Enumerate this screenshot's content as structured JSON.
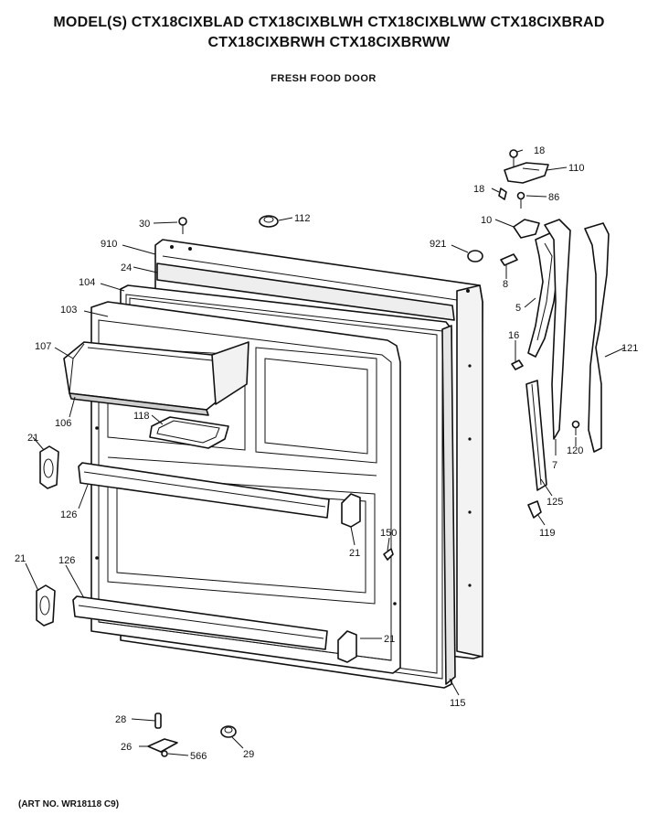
{
  "header": {
    "models_line1": "MODEL(S) CTX18CIXBLAD  CTX18CIXBLWH  CTX18CIXBLWW  CTX18CIXBRAD",
    "models_line2": "CTX18CIXBRWH  CTX18CIXBRWW",
    "section_title": "FRESH FOOD DOOR"
  },
  "footer": {
    "art_no": "(ART NO. WR18118 C9)"
  },
  "callouts": [
    {
      "id": "c18a",
      "text": "18"
    },
    {
      "id": "c110",
      "text": "110"
    },
    {
      "id": "c18b",
      "text": "18"
    },
    {
      "id": "c86",
      "text": "86"
    },
    {
      "id": "c10",
      "text": "10"
    },
    {
      "id": "c30",
      "text": "30"
    },
    {
      "id": "c112",
      "text": "112"
    },
    {
      "id": "c910",
      "text": "910"
    },
    {
      "id": "c921",
      "text": "921"
    },
    {
      "id": "c24",
      "text": "24"
    },
    {
      "id": "c8",
      "text": "8"
    },
    {
      "id": "c104",
      "text": "104"
    },
    {
      "id": "c103",
      "text": "103"
    },
    {
      "id": "c5",
      "text": "5"
    },
    {
      "id": "c107",
      "text": "107"
    },
    {
      "id": "c16",
      "text": "16"
    },
    {
      "id": "c121",
      "text": "121"
    },
    {
      "id": "c106",
      "text": "106"
    },
    {
      "id": "c118",
      "text": "118"
    },
    {
      "id": "c21a",
      "text": "21"
    },
    {
      "id": "c120",
      "text": "120"
    },
    {
      "id": "c7",
      "text": "7"
    },
    {
      "id": "c126a",
      "text": "126"
    },
    {
      "id": "c125",
      "text": "125"
    },
    {
      "id": "c119",
      "text": "119"
    },
    {
      "id": "c150",
      "text": "150"
    },
    {
      "id": "c21b",
      "text": "21"
    },
    {
      "id": "c21c",
      "text": "21"
    },
    {
      "id": "c126b",
      "text": "126"
    },
    {
      "id": "c21d",
      "text": "21"
    },
    {
      "id": "c115",
      "text": "115"
    },
    {
      "id": "c28",
      "text": "28"
    },
    {
      "id": "c26",
      "text": "26"
    },
    {
      "id": "c566",
      "text": "566"
    },
    {
      "id": "c29",
      "text": "29"
    }
  ]
}
